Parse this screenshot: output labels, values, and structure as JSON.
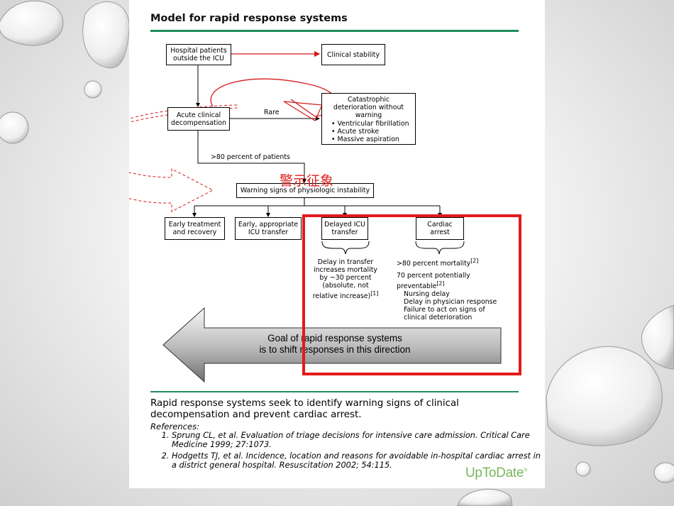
{
  "figure": {
    "title": "Model for rapid response systems",
    "boxes": {
      "hospital_patients": "Hospital patients outside the ICU",
      "clinical_stability": "Clinical stability",
      "acute_decomp": "Acute clinical decompensation",
      "catastrophic_title": "Catastrophic deterioration without warning",
      "catastrophic_items": [
        "Ventricular fibrillation",
        "Acute stroke",
        "Massive aspiration"
      ],
      "warning_signs": "Warning signs of physiologic instability",
      "early_treatment": "Early treatment and recovery",
      "early_icu": "Early, appropriate ICU transfer",
      "delayed_icu": "Delayed ICU transfer",
      "cardiac_arrest": "Cardiac arrest"
    },
    "labels": {
      "rare": "Rare",
      "percent_patients": ">80 percent of patients"
    },
    "notes": {
      "delay_text": "Delay in transfer increases mortality by ~30 percent (absolute, not relative increase)",
      "delay_ref": "[1]",
      "mortality_text": ">80 percent mortality",
      "mortality_ref": "[2]",
      "preventable_text": "70 percent potentially preventable",
      "preventable_ref": "[2]",
      "preventable_items": [
        "Nursing delay",
        "Delay in physician response",
        "Failure to act on signs of clinical deterioration"
      ]
    },
    "big_arrow": {
      "line1": "Goal of rapid response systems",
      "line2": "is to shift responses in this direction"
    },
    "summary": "Rapid response systems seek to identify warning signs of clinical decompensation and prevent cardiac arrest.",
    "references_heading": "References:",
    "references": [
      "Sprung CL, et al. Evaluation of triage decisions for intensive care admission. Critical Care Medicine 1999; 27:1073.",
      "Hodgetts TJ, et al. Incidence, location and reasons for avoidable in-hospital cardiac arrest in a district general hospital. Resuscitation 2002; 54:115."
    ],
    "brand": "UpToDate",
    "brand_mark": "®"
  },
  "annotation": {
    "chinese_label": "警示征象"
  },
  "colors": {
    "rule_green": "#1e8c5a",
    "annotation_red": "#e41a1a",
    "brand_green": "#7ab55c"
  }
}
